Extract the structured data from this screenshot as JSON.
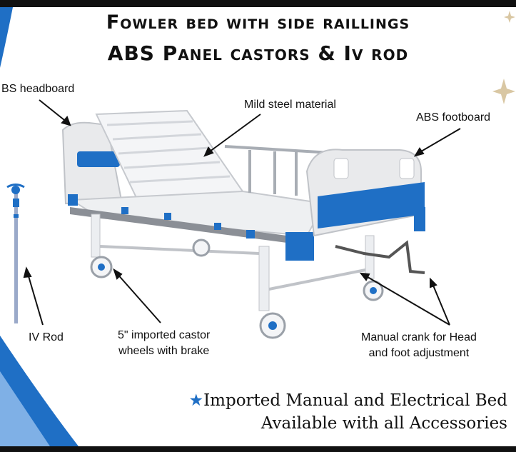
{
  "header": {
    "title_line1": "Fowler bed with side raillings",
    "title_line2": "ABS Panel castors  & Iv rod"
  },
  "callouts": {
    "headboard": "BS headboard",
    "steel": "Mild steel material",
    "footboard": "ABS footboard",
    "iv_rod": "IV Rod",
    "castor": "5\" imported castor\nwheels with brake",
    "crank": "Manual crank for Head\nand foot adjustment"
  },
  "promo": {
    "star_icon": "star-icon",
    "line1": "Imported Manual and Electrical Bed",
    "line2": "Available with all Accessories"
  },
  "colors": {
    "accent_blue": "#1f6fc5",
    "frame": "#111111",
    "bed_white": "#f1f2f4",
    "bed_grey": "#c9ccd1"
  }
}
